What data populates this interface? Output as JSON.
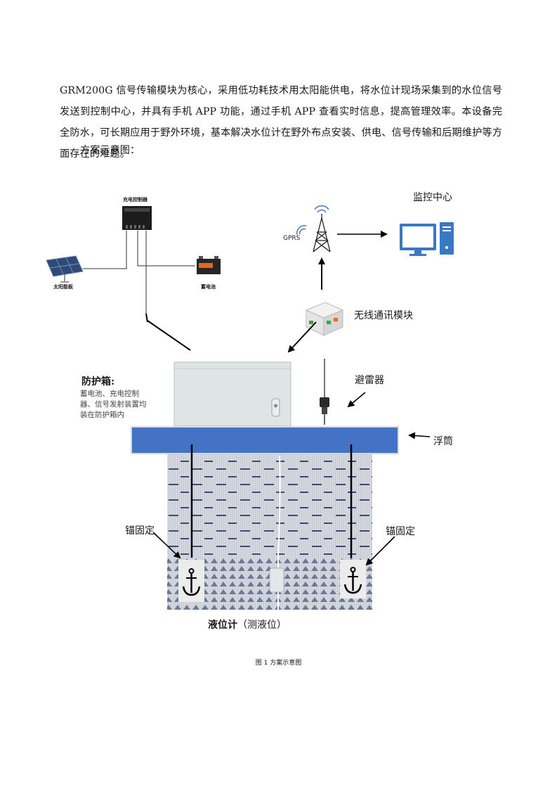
{
  "paragraph": "GRM200G 信号传输模块为核心，采用低功耗技术用太阳能供电，将水位计现场采集到的水位信号发送到控制中心，并具有手机 APP 功能，通过手机 APP 查看实时信息，提高管理效率。本设备完全防水，可长期应用于野外环境，基本解决水位计在野外布点安装、供电、信号传输和后期维护等方面存在的难题。",
  "section_label": "方案示意图：",
  "labels": {
    "charge_controller": "充电控制器",
    "solar_panel": "太阳能板",
    "battery": "蓄电池",
    "gprs": "GPRS",
    "monitoring_center": "监控中心",
    "wireless_module": "无线通讯模块",
    "lightning_rod": "避雷器",
    "protective_box_title": "防护箱:",
    "protective_box_desc_line1": "蓄电池、充电控制",
    "protective_box_desc_line2": "器、信号发射装置均",
    "protective_box_desc_line3": "装在防护箱内",
    "float": "浮筒",
    "anchor_left": "锚固定",
    "anchor_right": "锚固定",
    "level_gauge_bold": "液位计",
    "level_gauge_note": "（测液位）"
  },
  "caption": "图 1 方案示意图",
  "colors": {
    "float_fill": "#4472c4",
    "box_fill": "#dfe5e5",
    "water_bg": "#d3d6dc",
    "water_dash": "#2c3a68"
  }
}
